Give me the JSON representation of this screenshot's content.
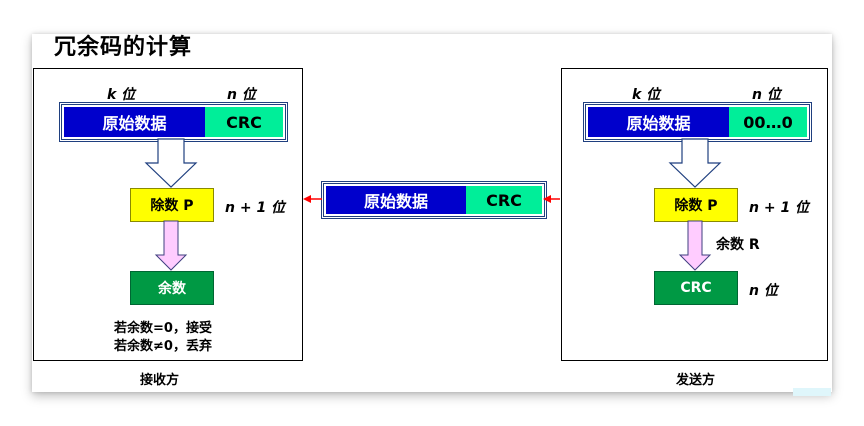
{
  "title": "冗余码的计算",
  "receiver": {
    "k_label": "k 位",
    "n_label": "n 位",
    "data_label": "原始数据",
    "crc_label": "CRC",
    "divisor_label": "除数 P",
    "divisor_bits": "n + 1 位",
    "remainder_label": "余数",
    "rule_accept": "若余数=0，接受",
    "rule_discard": "若余数≠0，丢弃",
    "caption": "接收方"
  },
  "frame": {
    "data_label": "原始数据",
    "crc_label": "CRC"
  },
  "sender": {
    "k_label": "k 位",
    "n_label": "n 位",
    "data_label": "原始数据",
    "zeros_label": "00…0",
    "divisor_label": "除数 P",
    "divisor_bits": "n + 1 位",
    "remainder_label": "余数 R",
    "crc_label": "CRC",
    "crc_bits": "n 位",
    "caption": "发送方"
  },
  "colors": {
    "data_blue": "#0000cc",
    "crc_green": "#00ee99",
    "divisor_yellow": "#ffff00",
    "result_green": "#009944",
    "arrow_red": "#ff0000",
    "arrow_pink": "#ffccff"
  }
}
